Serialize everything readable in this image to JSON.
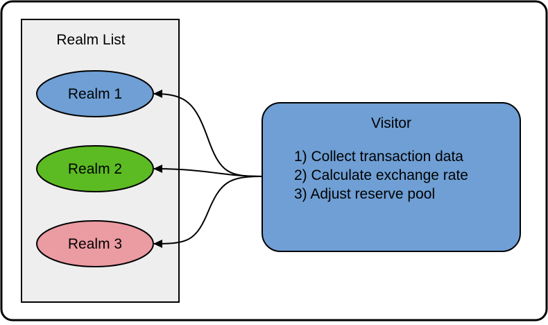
{
  "realm_list": {
    "title": "Realm List",
    "realms": [
      {
        "label": "Realm 1",
        "color": "#6f9fd4"
      },
      {
        "label": "Realm 2",
        "color": "#5cbb22"
      },
      {
        "label": "Realm 3",
        "color": "#eb9ba2"
      }
    ],
    "panel_color": "#eeeeee"
  },
  "visitor": {
    "title": "Visitor",
    "steps": [
      "1) Collect transaction data",
      "2) Calculate exchange rate",
      "3) Adjust reserve pool"
    ],
    "color": "#6f9fd4"
  }
}
